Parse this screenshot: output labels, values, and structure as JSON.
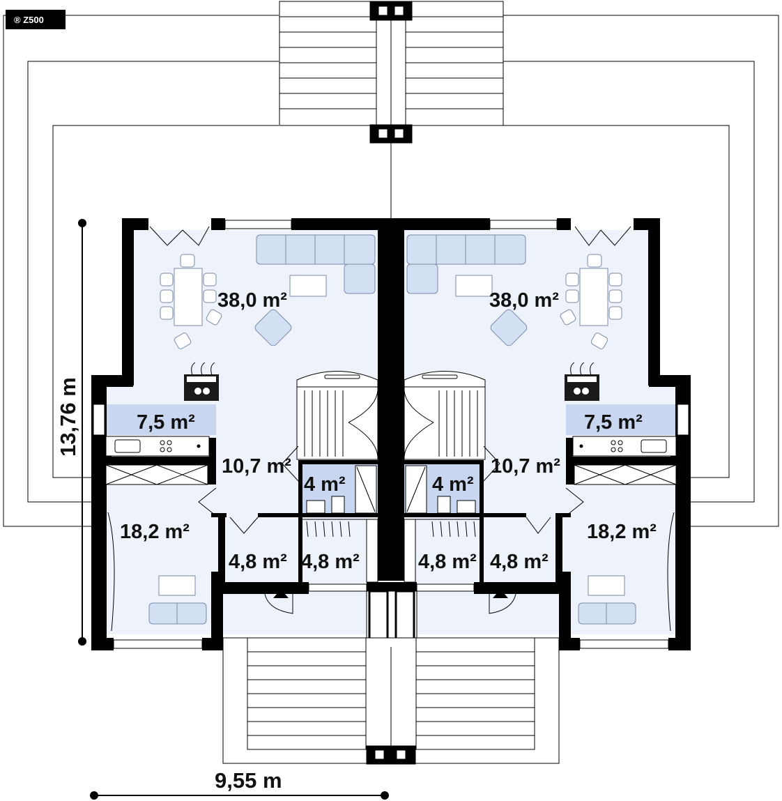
{
  "logo": {
    "text": "® Z500"
  },
  "dimensions": {
    "depth": "13,76 m",
    "width": "9,55 m"
  },
  "rooms": {
    "left": {
      "living": "38,0 m²",
      "kitchen": "7,5 m²",
      "hall": "10,7 m²",
      "bathroom": "4 m²",
      "bedroom": "18,2 m²",
      "vestibule": "4,8 m²",
      "wardrobe": "4,8 m²"
    },
    "right": {
      "living": "38,0 m²",
      "kitchen": "7,5 m²",
      "hall": "10,7 m²",
      "bathroom": "4 m²",
      "bedroom": "18,2 m²",
      "vestibule": "4,8 m²",
      "wardrobe": "4,8 m²"
    }
  },
  "colors": {
    "wall": "#000000",
    "floor": "#eef3fb",
    "furniture": "#d3e0f3",
    "wet_room": "#c8d6ef",
    "line": "#000000"
  }
}
